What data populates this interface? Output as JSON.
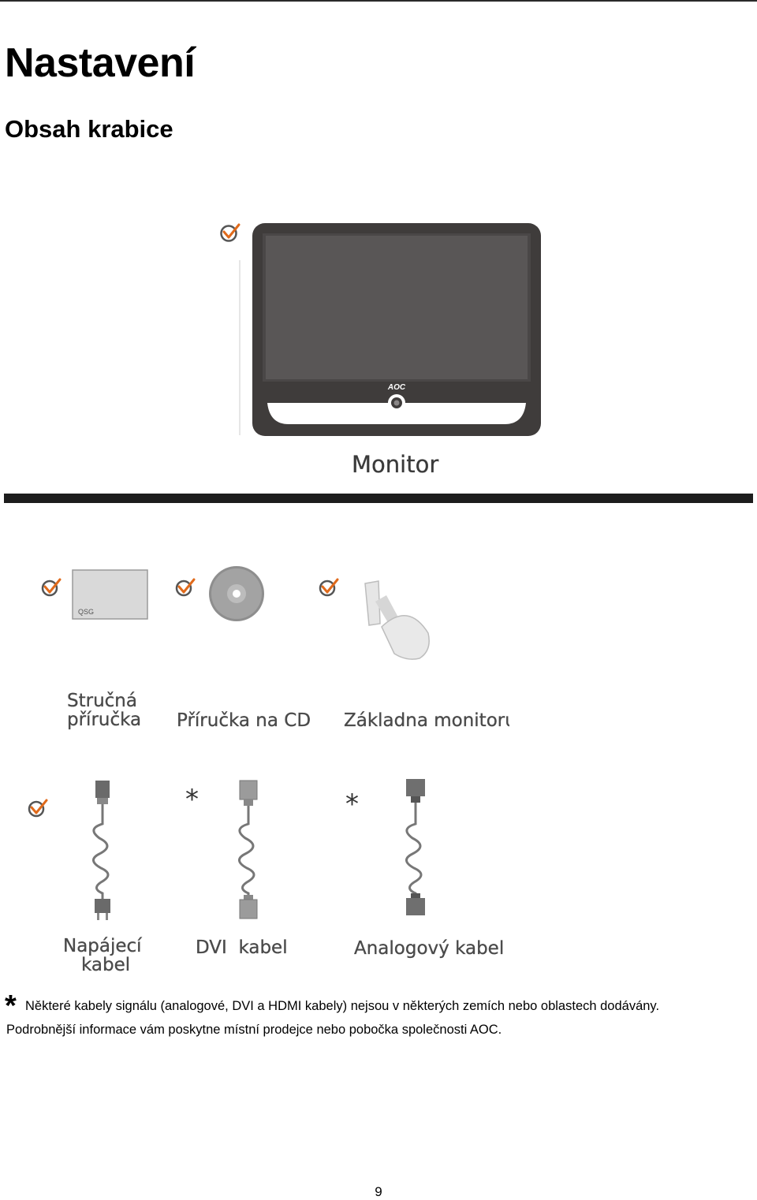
{
  "header": {
    "title": "Nastavení",
    "subtitle": "Obsah krabice"
  },
  "monitor": {
    "label": "Monitor",
    "brand": "AOC"
  },
  "accessories": {
    "qsg_text": "QSG",
    "quick_guide_label_line1": "Stručná",
    "quick_guide_label_line2": "příručka",
    "cd_label": "Příručka na CD",
    "base_label": "Základna monitoru"
  },
  "cables": {
    "power_label_line1": "Napájecí",
    "power_label_line2": "kabel",
    "dvi_label": "DVI  kabel",
    "analog_label": "Analogový kabel"
  },
  "footnote": {
    "marker": "*",
    "line1": "Některé kabely signálu (analogové, DVI a HDMI kabely) nejsou v některých zemích nebo oblastech dodávány.",
    "line2": "Podrobnější informace vám poskytne místní prodejce nebo pobočka společnosti AOC."
  },
  "footer": {
    "page_number": "9"
  },
  "colors": {
    "check_circle": "#555555",
    "check_mark": "#e06a1b",
    "monitor_bezel": "#3f3c3b",
    "monitor_screen": "#595656"
  }
}
